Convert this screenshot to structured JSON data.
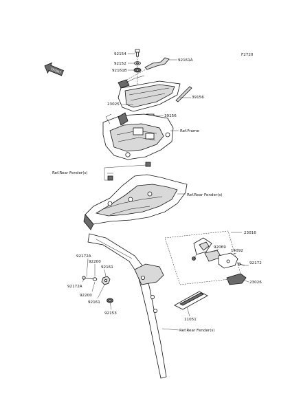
{
  "figure_id": "F2720",
  "front_badge": "FRONT",
  "callouts": {
    "c92154": "92154",
    "c92152": "92152",
    "c92161B": "92161B",
    "c92161A": "92161A",
    "c39156a": "39156",
    "c23025": "23025",
    "c39156b": "39156",
    "ref_frame": "Ref.Frame",
    "ref_rear_fender_a": "Ref.Rear Fender(s)",
    "ref_rear_fender_b": "Ref.Rear Fender(s)",
    "c23016": "23016",
    "c92069": "92069",
    "c14092": "14092",
    "c92172": "92172",
    "c23026": "23026",
    "c92172A_top": "92172A",
    "c92200_top": "92200",
    "c92161_top": "92161",
    "c92172A_low": "92172A",
    "c92200_low": "92200",
    "c92161_low": "92161",
    "c92153": "92153",
    "c11051": "11051",
    "ref_rear_fender_c": "Ref.Rear Fender(s)"
  }
}
